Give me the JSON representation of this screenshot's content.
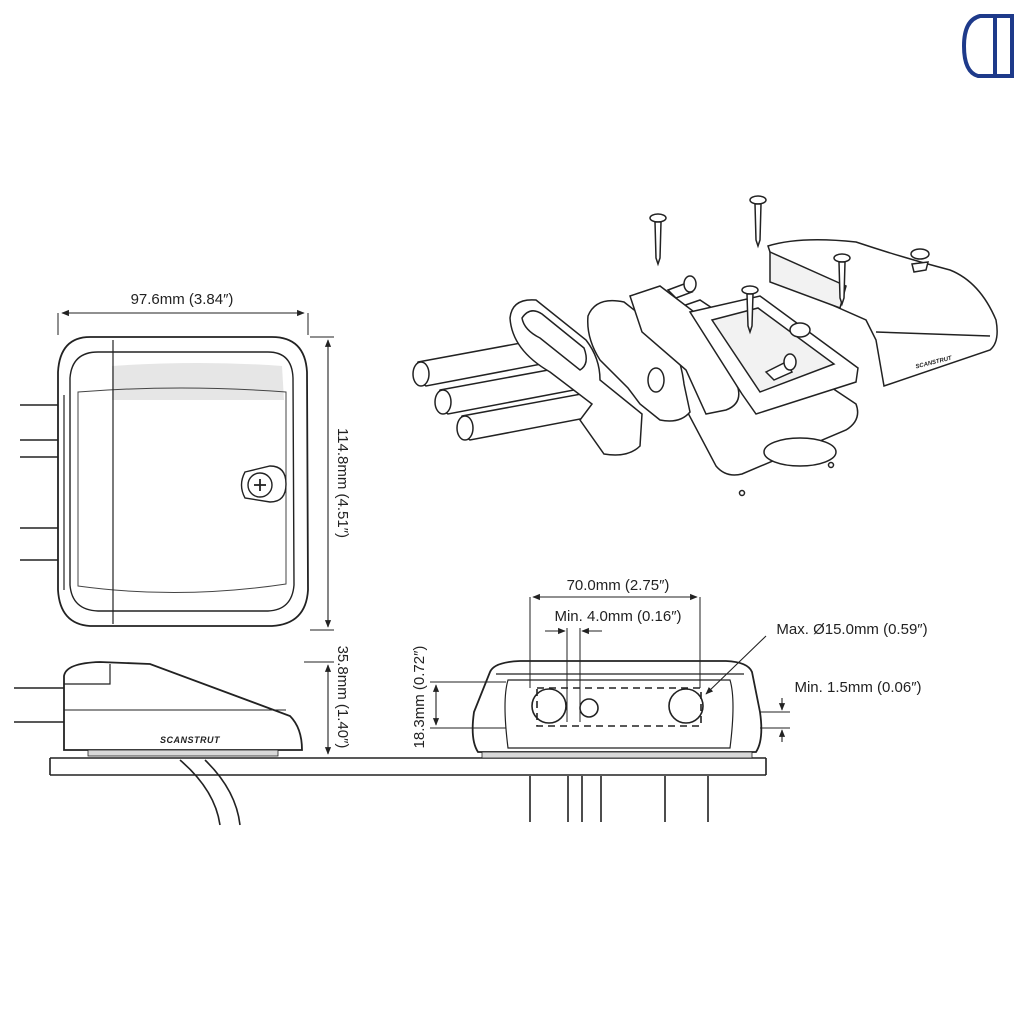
{
  "colors": {
    "line": "#222222",
    "housing_fill": "#ffffff",
    "shade": "#d9d9d9",
    "logo_blue": "#1e3a8a"
  },
  "icons": {
    "brand": "corner-logo-icon",
    "screw": "screw-icon",
    "cable": "cable-icon"
  },
  "dimensions": {
    "width": "97.6mm (3.84″)",
    "length": "114.8mm (4.51″)",
    "height": "35.8mm (1.40″)",
    "spacing": "70.0mm (2.75″)",
    "min_gap": "Min. 4.0mm (0.16″)",
    "max_hole": "Max. Ø15.0mm (0.59″)",
    "min_thickness": "Min. 1.5mm (0.06″)",
    "inner_height": "18.3mm (0.72″)"
  },
  "brand_mark": "SCANSTRUT"
}
